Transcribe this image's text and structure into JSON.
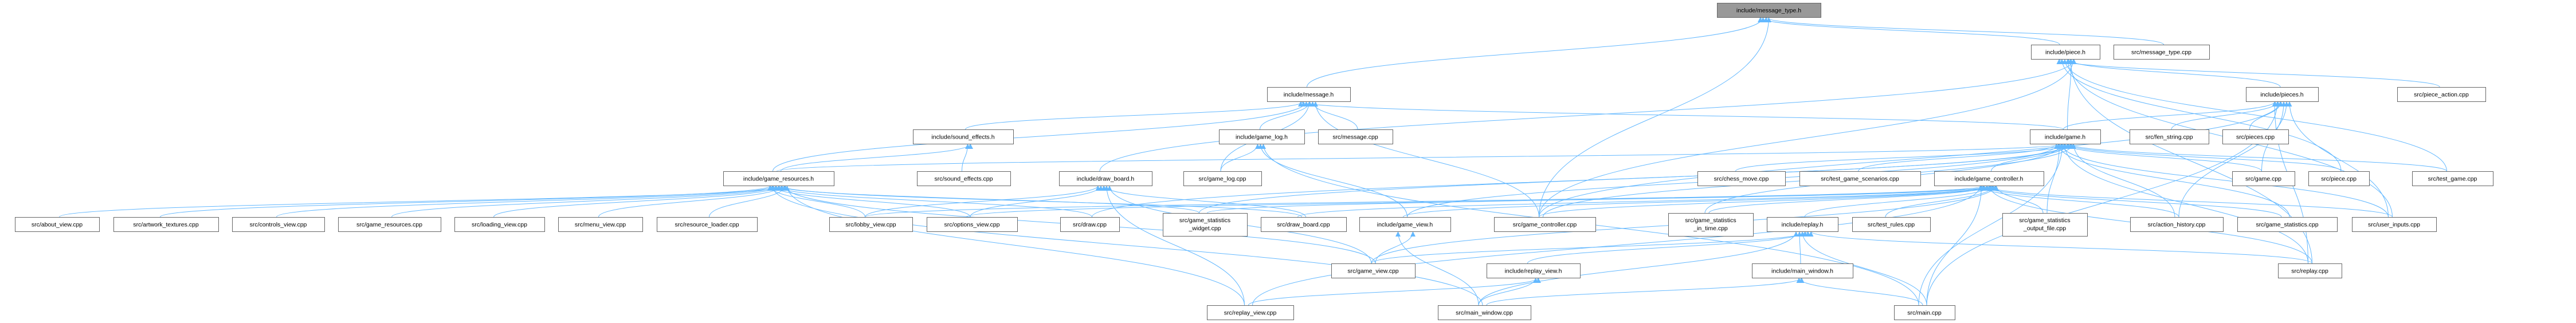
{
  "title": "include/message_type.h",
  "colors": {
    "edge": "#63b8ff",
    "node_border": "#666666",
    "root_fill": "#999999",
    "node_fill": "#ffffff"
  },
  "nodes": [
    {
      "id": "message_type_h",
      "lines": [
        "include/message_type.h"
      ],
      "root": true
    },
    {
      "id": "piece_h",
      "lines": [
        "include/piece.h"
      ]
    },
    {
      "id": "message_type_cpp",
      "lines": [
        "src/message_type.cpp"
      ]
    },
    {
      "id": "message_h",
      "lines": [
        "include/message.h"
      ]
    },
    {
      "id": "pieces_h",
      "lines": [
        "include/pieces.h"
      ]
    },
    {
      "id": "piece_action_cpp",
      "lines": [
        "src/piece_action.cpp"
      ]
    },
    {
      "id": "sound_effects_h",
      "lines": [
        "include/sound_effects.h"
      ]
    },
    {
      "id": "game_log_h",
      "lines": [
        "include/game_log.h"
      ]
    },
    {
      "id": "message_cpp",
      "lines": [
        "src/message.cpp"
      ]
    },
    {
      "id": "game_h",
      "lines": [
        "include/game.h"
      ]
    },
    {
      "id": "fen_string_cpp",
      "lines": [
        "src/fen_string.cpp"
      ]
    },
    {
      "id": "pieces_cpp",
      "lines": [
        "src/pieces.cpp"
      ]
    },
    {
      "id": "game_resources_h",
      "lines": [
        "include/game_resources.h"
      ]
    },
    {
      "id": "sound_effects_cpp",
      "lines": [
        "src/sound_effects.cpp"
      ]
    },
    {
      "id": "draw_board_h",
      "lines": [
        "include/draw_board.h"
      ]
    },
    {
      "id": "game_log_cpp",
      "lines": [
        "src/game_log.cpp"
      ]
    },
    {
      "id": "chess_move_cpp",
      "lines": [
        "src/chess_move.cpp"
      ]
    },
    {
      "id": "test_game_scenarios_cpp",
      "lines": [
        "src/test_game_scenarios.cpp"
      ]
    },
    {
      "id": "game_controller_h",
      "lines": [
        "include/game_controller.h"
      ]
    },
    {
      "id": "game_cpp",
      "lines": [
        "src/game.cpp"
      ]
    },
    {
      "id": "piece_cpp",
      "lines": [
        "src/piece.cpp"
      ]
    },
    {
      "id": "test_game_cpp",
      "lines": [
        "src/test_game.cpp"
      ]
    },
    {
      "id": "about_view_cpp",
      "lines": [
        "src/about_view.cpp"
      ]
    },
    {
      "id": "artwork_textures_cpp",
      "lines": [
        "src/artwork_textures.cpp"
      ]
    },
    {
      "id": "controls_view_cpp",
      "lines": [
        "src/controls_view.cpp"
      ]
    },
    {
      "id": "game_resources_cpp",
      "lines": [
        "src/game_resources.cpp"
      ]
    },
    {
      "id": "loading_view_cpp",
      "lines": [
        "src/loading_view.cpp"
      ]
    },
    {
      "id": "menu_view_cpp",
      "lines": [
        "src/menu_view.cpp"
      ]
    },
    {
      "id": "resource_loader_cpp",
      "lines": [
        "src/resource_loader.cpp"
      ]
    },
    {
      "id": "lobby_view_cpp",
      "lines": [
        "src/lobby_view.cpp"
      ]
    },
    {
      "id": "options_view_cpp",
      "lines": [
        "src/options_view.cpp"
      ]
    },
    {
      "id": "draw_cpp",
      "lines": [
        "src/draw.cpp"
      ]
    },
    {
      "id": "game_statistics_widget_cpp",
      "lines": [
        "src/game_statistics",
        "_widget.cpp"
      ]
    },
    {
      "id": "draw_board_cpp",
      "lines": [
        "src/draw_board.cpp"
      ]
    },
    {
      "id": "game_view_h",
      "lines": [
        "include/game_view.h"
      ]
    },
    {
      "id": "game_controller_cpp",
      "lines": [
        "src/game_controller.cpp"
      ]
    },
    {
      "id": "game_statistics_in_time_cpp",
      "lines": [
        "src/game_statistics",
        "_in_time.cpp"
      ]
    },
    {
      "id": "replay_h",
      "lines": [
        "include/replay.h"
      ]
    },
    {
      "id": "test_rules_cpp",
      "lines": [
        "src/test_rules.cpp"
      ]
    },
    {
      "id": "game_statistics_output_file_cpp",
      "lines": [
        "src/game_statistics",
        "_output_file.cpp"
      ]
    },
    {
      "id": "action_history_cpp",
      "lines": [
        "src/action_history.cpp"
      ]
    },
    {
      "id": "game_statistics_cpp",
      "lines": [
        "src/game_statistics.cpp"
      ]
    },
    {
      "id": "user_inputs_cpp",
      "lines": [
        "src/user_inputs.cpp"
      ]
    },
    {
      "id": "game_view_cpp",
      "lines": [
        "src/game_view.cpp"
      ]
    },
    {
      "id": "replay_view_h",
      "lines": [
        "include/replay_view.h"
      ]
    },
    {
      "id": "main_window_h",
      "lines": [
        "include/main_window.h"
      ]
    },
    {
      "id": "replay_cpp",
      "lines": [
        "src/replay.cpp"
      ]
    },
    {
      "id": "replay_view_cpp",
      "lines": [
        "src/replay_view.cpp"
      ]
    },
    {
      "id": "main_window_cpp",
      "lines": [
        "src/main_window.cpp"
      ]
    },
    {
      "id": "main_cpp",
      "lines": [
        "src/main.cpp"
      ]
    }
  ],
  "edges": [
    [
      "piece_h",
      "message_type_h"
    ],
    [
      "message_h",
      "message_type_h"
    ],
    [
      "message_type_cpp",
      "message_type_h"
    ],
    [
      "game_controller_cpp",
      "message_type_h"
    ],
    [
      "pieces_h",
      "piece_h"
    ],
    [
      "game_h",
      "piece_h"
    ],
    [
      "draw_board_h",
      "piece_h"
    ],
    [
      "piece_action_cpp",
      "piece_h"
    ],
    [
      "piece_cpp",
      "piece_h"
    ],
    [
      "test_game_cpp",
      "piece_h"
    ],
    [
      "user_inputs_cpp",
      "piece_h"
    ],
    [
      "replay_cpp",
      "piece_h"
    ],
    [
      "game_controller_cpp",
      "piece_h"
    ],
    [
      "game_h",
      "pieces_h"
    ],
    [
      "fen_string_cpp",
      "pieces_h"
    ],
    [
      "pieces_cpp",
      "pieces_h"
    ],
    [
      "game_cpp",
      "pieces_h"
    ],
    [
      "action_history_cpp",
      "pieces_h"
    ],
    [
      "user_inputs_cpp",
      "pieces_h"
    ],
    [
      "replay_cpp",
      "pieces_h"
    ],
    [
      "main_cpp",
      "pieces_h"
    ],
    [
      "game_controller_cpp",
      "pieces_h"
    ],
    [
      "game_log_h",
      "message_h"
    ],
    [
      "message_cpp",
      "message_h"
    ],
    [
      "game_controller_cpp",
      "message_h"
    ],
    [
      "game_h",
      "message_h"
    ],
    [
      "sound_effects_h",
      "message_h"
    ],
    [
      "game_resources_h",
      "message_h"
    ],
    [
      "game_log_cpp",
      "message_h"
    ],
    [
      "game_controller_h",
      "game_h"
    ],
    [
      "chess_move_cpp",
      "game_h"
    ],
    [
      "test_game_scenarios_cpp",
      "game_h"
    ],
    [
      "game_statistics_output_file_cpp",
      "game_h"
    ],
    [
      "main_cpp",
      "game_h"
    ],
    [
      "game_cpp",
      "game_h"
    ],
    [
      "piece_cpp",
      "game_h"
    ],
    [
      "test_game_cpp",
      "game_h"
    ],
    [
      "action_history_cpp",
      "game_h"
    ],
    [
      "game_statistics_cpp",
      "game_h"
    ],
    [
      "user_inputs_cpp",
      "game_h"
    ],
    [
      "replay_cpp",
      "game_h"
    ],
    [
      "draw_cpp",
      "game_h"
    ],
    [
      "game_statistics_widget_cpp",
      "game_h"
    ],
    [
      "game_controller_cpp",
      "game_h"
    ],
    [
      "game_view_h",
      "game_h"
    ],
    [
      "game_statistics_in_time_cpp",
      "game_h"
    ],
    [
      "game_resources_h",
      "game_h"
    ],
    [
      "replay_h",
      "game_controller_h"
    ],
    [
      "test_rules_cpp",
      "game_controller_h"
    ],
    [
      "game_statistics_output_file_cpp",
      "game_controller_h"
    ],
    [
      "main_cpp",
      "game_controller_h"
    ],
    [
      "game_controller_cpp",
      "game_controller_h"
    ],
    [
      "game_statistics_in_time_cpp",
      "game_controller_h"
    ],
    [
      "game_statistics_widget_cpp",
      "game_controller_h"
    ],
    [
      "draw_board_cpp",
      "game_controller_h"
    ],
    [
      "game_view_h",
      "game_controller_h"
    ],
    [
      "action_history_cpp",
      "game_controller_h"
    ],
    [
      "game_statistics_cpp",
      "game_controller_h"
    ],
    [
      "user_inputs_cpp",
      "game_controller_h"
    ],
    [
      "replay_cpp",
      "game_controller_h"
    ],
    [
      "options_view_cpp",
      "game_controller_h"
    ],
    [
      "game_view_cpp",
      "game_controller_h"
    ],
    [
      "replay_view_cpp",
      "game_controller_h"
    ],
    [
      "lobby_view_cpp",
      "game_controller_h"
    ],
    [
      "main_window_h",
      "replay_h"
    ],
    [
      "main_cpp",
      "replay_h"
    ],
    [
      "replay_view_h",
      "replay_h"
    ],
    [
      "game_view_cpp",
      "replay_h"
    ],
    [
      "replay_cpp",
      "replay_h"
    ],
    [
      "main_window_cpp",
      "replay_h"
    ],
    [
      "main_cpp",
      "main_window_h"
    ],
    [
      "main_window_cpp",
      "main_window_h"
    ],
    [
      "main_window_cpp",
      "replay_view_h"
    ],
    [
      "replay_view_cpp",
      "replay_view_h"
    ],
    [
      "game_view_cpp",
      "game_view_h"
    ],
    [
      "main_window_cpp",
      "game_view_h"
    ],
    [
      "game_log_cpp",
      "game_log_h"
    ],
    [
      "game_view_h",
      "game_log_h"
    ],
    [
      "main_cpp",
      "game_log_h"
    ],
    [
      "sound_effects_cpp",
      "sound_effects_h"
    ],
    [
      "game_resources_h",
      "sound_effects_h"
    ],
    [
      "lobby_view_cpp",
      "draw_board_h"
    ],
    [
      "options_view_cpp",
      "draw_board_h"
    ],
    [
      "draw_board_cpp",
      "draw_board_h"
    ],
    [
      "replay_view_cpp",
      "draw_board_h"
    ],
    [
      "game_view_cpp",
      "draw_board_h"
    ],
    [
      "about_view_cpp",
      "game_resources_h"
    ],
    [
      "artwork_textures_cpp",
      "game_resources_h"
    ],
    [
      "controls_view_cpp",
      "game_resources_h"
    ],
    [
      "game_resources_cpp",
      "game_resources_h"
    ],
    [
      "loading_view_cpp",
      "game_resources_h"
    ],
    [
      "menu_view_cpp",
      "game_resources_h"
    ],
    [
      "resource_loader_cpp",
      "game_resources_h"
    ],
    [
      "lobby_view_cpp",
      "game_resources_h"
    ],
    [
      "options_view_cpp",
      "game_resources_h"
    ],
    [
      "draw_cpp",
      "game_resources_h"
    ],
    [
      "game_statistics_widget_cpp",
      "game_resources_h"
    ],
    [
      "draw_board_cpp",
      "game_resources_h"
    ],
    [
      "game_view_cpp",
      "game_resources_h"
    ],
    [
      "replay_view_cpp",
      "game_resources_h"
    ],
    [
      "main_window_cpp",
      "game_resources_h"
    ]
  ]
}
